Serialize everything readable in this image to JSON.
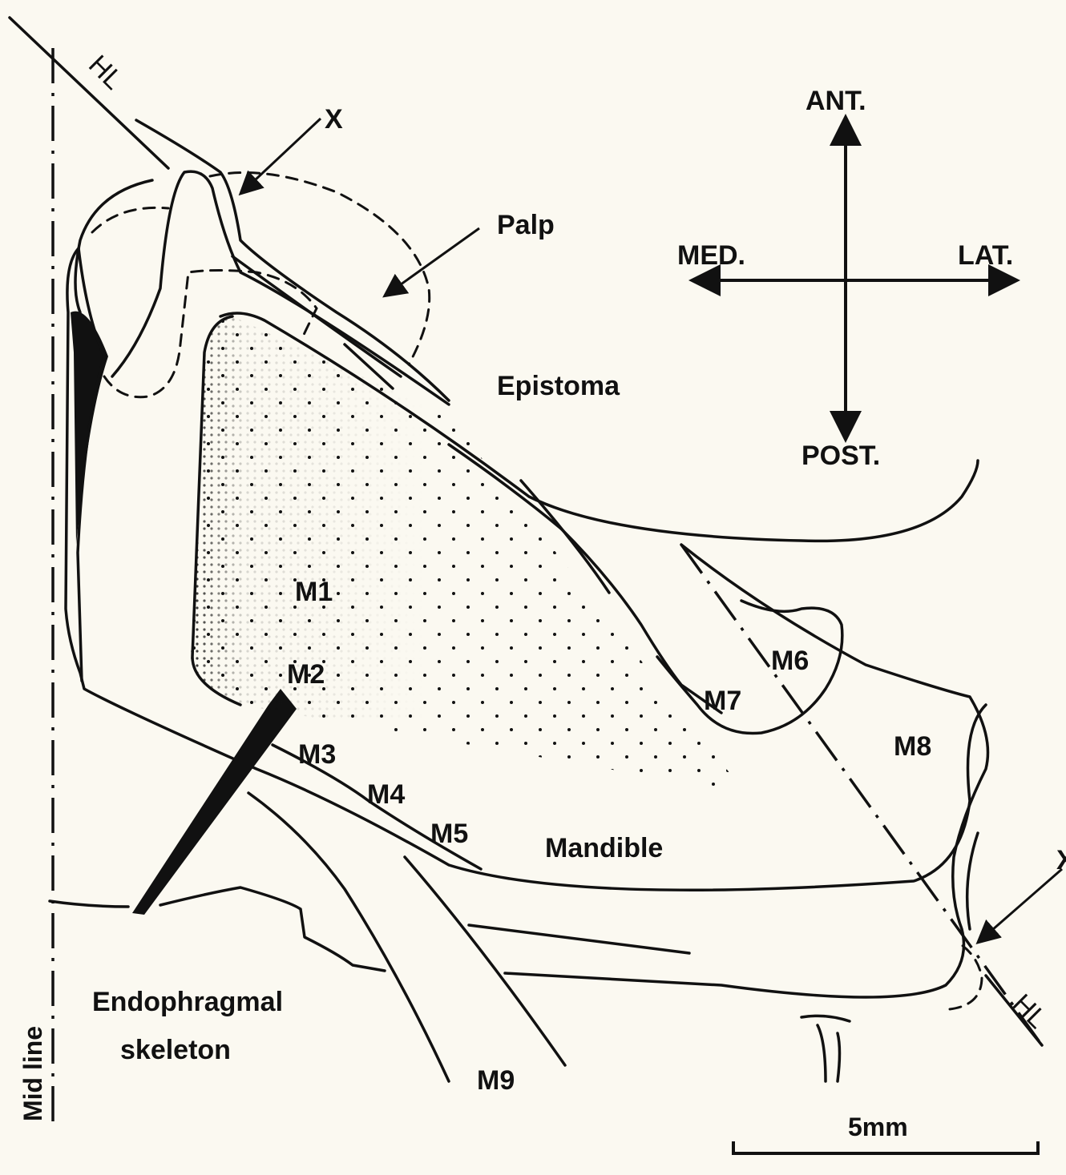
{
  "labels": {
    "hl_top": "HL",
    "hl_bottom": "HL",
    "x_top": "X",
    "x_right": "X",
    "palp": "Palp",
    "epistoma": "Epistoma",
    "ant": "ANT.",
    "med": "MED.",
    "lat": "LAT.",
    "post": "POST.",
    "m1": "M1",
    "m2": "M2",
    "m3": "M3",
    "m4": "M4",
    "m5": "M5",
    "m6": "M6",
    "m7": "M7",
    "m8": "M8",
    "m9": "M9",
    "mandible": "Mandible",
    "endophragmal_1": "Endophragmal",
    "endophragmal_2": "skeleton",
    "mid_line": "Mid line",
    "scale": "5mm"
  }
}
